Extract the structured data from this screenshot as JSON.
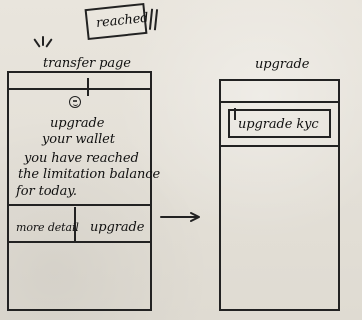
{
  "stamp": {
    "label": "reached"
  },
  "left_screen": {
    "title": "transfer page",
    "message_lines": [
      "upgrade",
      "your wallet",
      "you have reached",
      "the limitation balance",
      "for today."
    ],
    "buttons": {
      "more_detail": "more detail",
      "upgrade": "upgrade"
    }
  },
  "right_screen": {
    "title": "upgrade",
    "button": "upgrade kyc"
  },
  "icons": {
    "smiley": "smiley-icon",
    "arrow": "right-arrow-icon",
    "sparkle": "sparkle-icon"
  }
}
